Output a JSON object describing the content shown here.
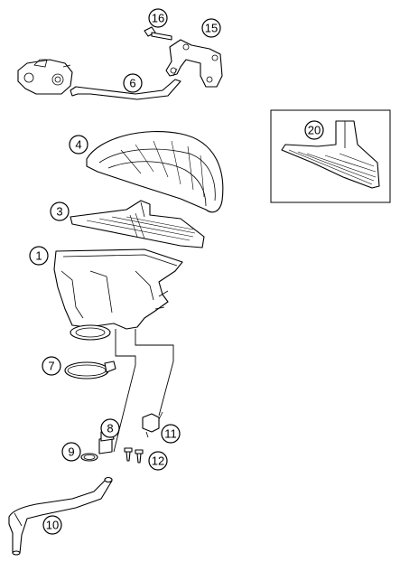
{
  "callouts": {
    "c16": "16",
    "c15": "15",
    "c6": "6",
    "c20": "20",
    "c4": "4",
    "c3": "3",
    "c1": "1",
    "c7": "7",
    "c8": "8",
    "c11": "11",
    "c9": "9",
    "c12": "12",
    "c10": "10"
  }
}
